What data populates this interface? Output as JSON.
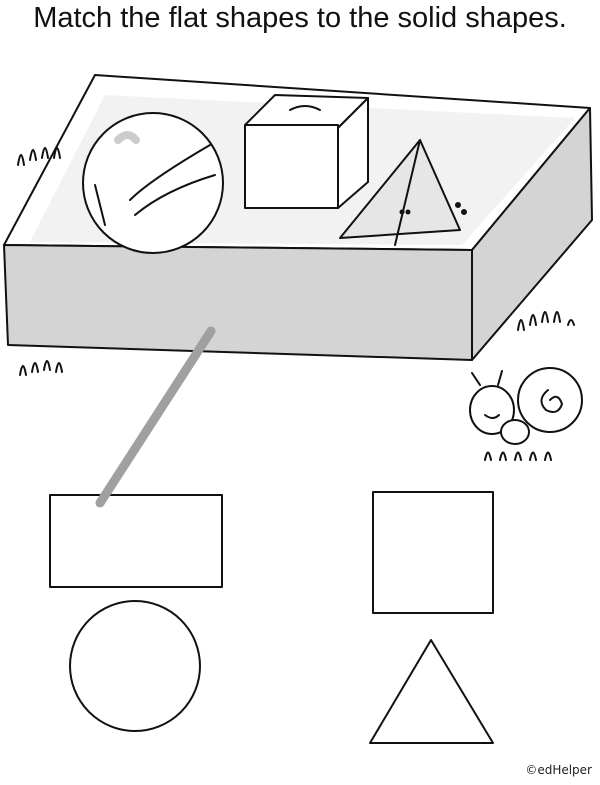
{
  "title": "Match the flat shapes to the solid shapes.",
  "credit": "©edHelper",
  "colors": {
    "box_side": "#d4d4d4",
    "match_line": "#a0a0a0",
    "ink": "#111111"
  },
  "solids": [
    "sphere",
    "cube",
    "pyramid",
    "rectangular-prism"
  ],
  "flat_shapes": [
    "rectangle",
    "square",
    "circle",
    "triangle"
  ],
  "matches": [
    {
      "from": "rectangular-prism",
      "to": "rectangle"
    }
  ]
}
